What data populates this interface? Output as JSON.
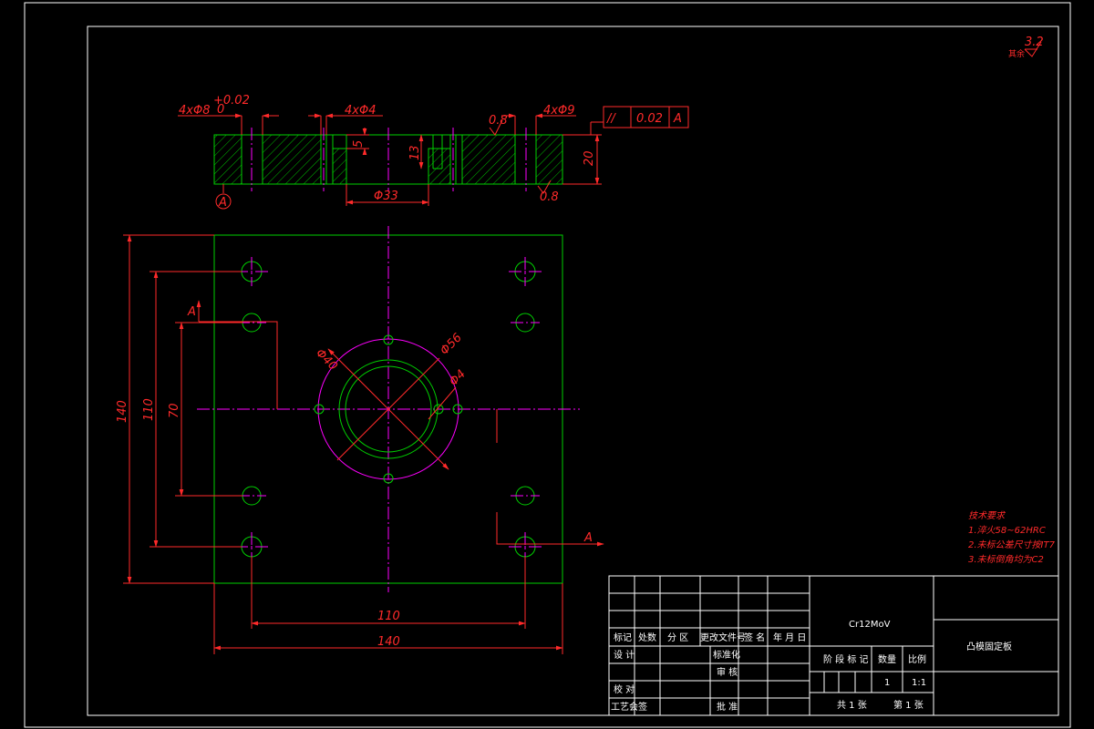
{
  "roughness": {
    "value": "3.2",
    "prefix": "其余"
  },
  "section_view": {
    "dims": {
      "holes_a": "4xΦ8",
      "holes_a_tol_upper": "+0.02",
      "holes_a_tol_lower": "0",
      "holes_b": "4xΦ4",
      "holes_c": "4xΦ9",
      "depth_5": "5",
      "depth_13": "13",
      "thickness": "20",
      "bore": "Φ33",
      "ra_top": "0.8",
      "ra_bottom": "0.8"
    },
    "datum": "A",
    "tolerance_frame": {
      "symbol": "//",
      "value": "0.02",
      "datum": "A"
    }
  },
  "plan_view": {
    "dims": {
      "height_total": "140",
      "height_holes": "110",
      "height_inner": "70",
      "width_holes": "110",
      "width_total": "140",
      "dia_40": "Φ40",
      "dia_56": "Φ56",
      "dia_4": "Φ4"
    },
    "section_marker": "A"
  },
  "tech_notes": {
    "title": "技术要求",
    "items": [
      "1.淬火58~62HRC",
      "2.未标公差尺寸按IT7",
      "3.未标倒角均为C2"
    ]
  },
  "title_block": {
    "material": "Cr12MoV",
    "part_name": "凸模固定板",
    "col_labels": [
      "标记",
      "处数",
      "分 区",
      "更改文件号",
      "签 名",
      "年 月 日"
    ],
    "row_labels": {
      "design": "设 计",
      "check": "校 对",
      "process": "工艺会签"
    },
    "mid_labels": {
      "standard": "标准化",
      "review": "审 核",
      "approve": "批 准"
    },
    "stage_header": {
      "stage": "阶 段 标 记",
      "weight": "数量",
      "scale_label": "比例"
    },
    "quantity": "1",
    "scale": "1:1",
    "sheets_total": "共 1 张",
    "sheet_no": "第 1 张"
  }
}
